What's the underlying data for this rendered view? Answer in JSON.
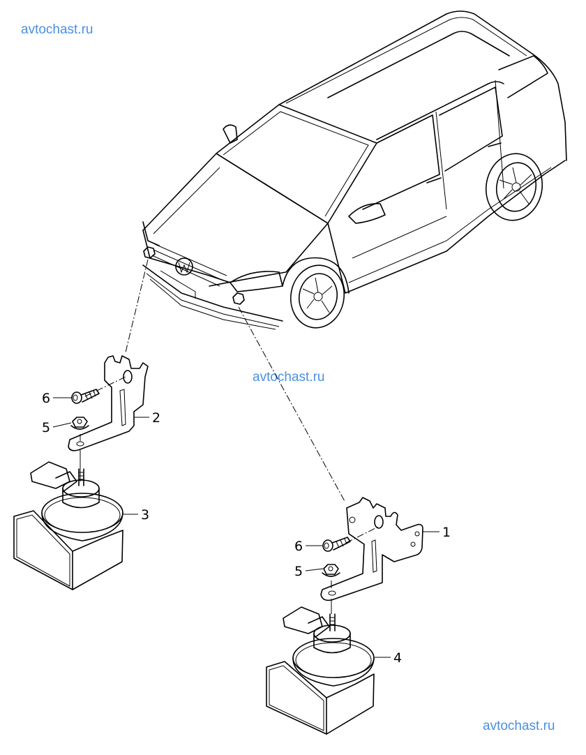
{
  "watermarks": [
    "avtochast.ru",
    "avtochast.ru",
    "avtochast.ru"
  ],
  "vehicle": {
    "name": "station-wagon",
    "logo": "VW"
  },
  "callouts": [
    {
      "number": "1",
      "part": "bracket-right"
    },
    {
      "number": "2",
      "part": "bracket-left"
    },
    {
      "number": "3",
      "part": "horn-low-tone"
    },
    {
      "number": "4",
      "part": "horn-high-tone"
    },
    {
      "number": "5",
      "part": "hex-nut"
    },
    {
      "number": "6",
      "part": "bolt"
    }
  ],
  "callout_labels": {
    "left_6": "6",
    "left_5": "5",
    "left_2": "2",
    "left_3": "3",
    "right_6": "6",
    "right_5": "5",
    "right_1": "1",
    "right_4": "4"
  },
  "colors": {
    "watermark": "#4a90e2",
    "line": "#000000"
  }
}
